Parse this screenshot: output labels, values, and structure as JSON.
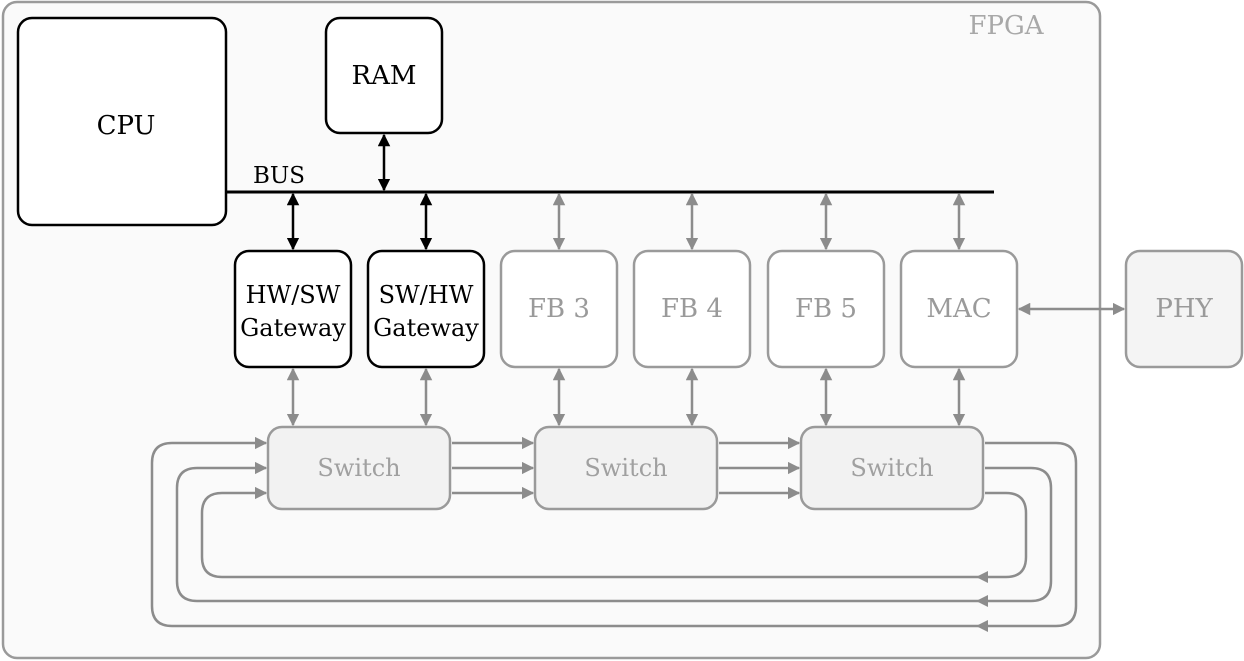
{
  "diagram": {
    "container_label": "FPGA",
    "bus_label": "BUS",
    "blocks": {
      "cpu": "CPU",
      "ram": "RAM",
      "gateway_hw_sw": [
        "HW/SW",
        "Gateway"
      ],
      "gateway_sw_hw": [
        "SW/HW",
        "Gateway"
      ],
      "fb3": "FB 3",
      "fb4": "FB 4",
      "fb5": "FB 5",
      "mac": "MAC",
      "phy": "PHY"
    },
    "switches": [
      "Switch",
      "Switch",
      "Switch"
    ]
  },
  "colors": {
    "active_stroke": "#000000",
    "inactive_stroke": "#8c8c8c",
    "container_fill": "#fafafa",
    "switch_fill": "#f2f2f2"
  }
}
